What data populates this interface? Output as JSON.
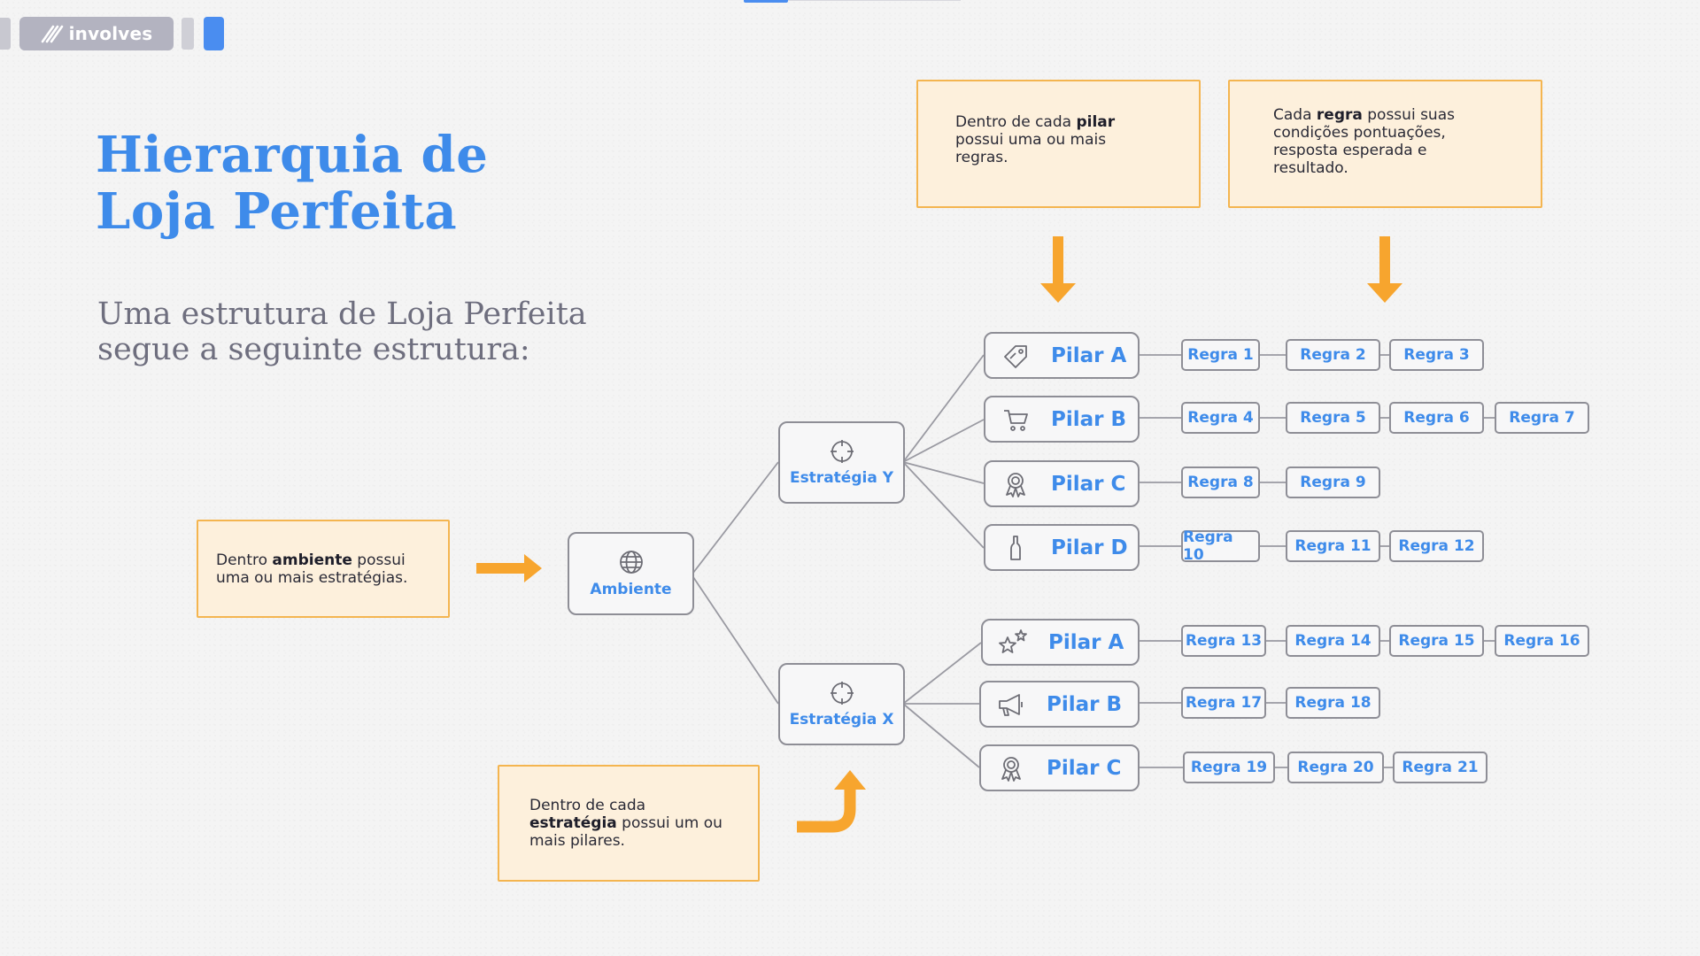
{
  "header": {
    "logo_text": "involves"
  },
  "title": {
    "line1": "Hierarquia de",
    "line2": "Loja Perfeita"
  },
  "subtitle": {
    "line1": "Uma estrutura de Loja Perfeita",
    "line2": "segue a seguinte estrutura:"
  },
  "callouts": {
    "ambiente": {
      "pre": "Dentro ",
      "bold": "ambiente",
      "post": " possui uma ou mais estratégias."
    },
    "estrategia": {
      "pre": "Dentro de cada ",
      "bold": "estratégia",
      "post": " possui um ou mais pilares."
    },
    "pilar": {
      "pre": "Dentro de cada ",
      "bold": "pilar",
      "post": " possui uma ou mais regras."
    },
    "regra": {
      "pre": "Cada ",
      "bold": "regra",
      "post": " possui suas condições pontuações, resposta esperada e resultado."
    }
  },
  "root": {
    "label": "Ambiente",
    "icon": "globe-icon"
  },
  "strategies": [
    {
      "label": "Estratégia Y",
      "icon": "target-icon",
      "pillars": [
        {
          "label": "Pilar A",
          "icon": "tag-icon",
          "rules": [
            "Regra 1",
            "Regra 2",
            "Regra 3"
          ]
        },
        {
          "label": "Pilar B",
          "icon": "cart-icon",
          "rules": [
            "Regra 4",
            "Regra 5",
            "Regra 6",
            "Regra 7"
          ]
        },
        {
          "label": "Pilar C",
          "icon": "award-icon",
          "rules": [
            "Regra 8",
            "Regra 9"
          ]
        },
        {
          "label": "Pilar D",
          "icon": "bottle-icon",
          "rules": [
            "Regra 10",
            "Regra 11",
            "Regra 12"
          ]
        }
      ]
    },
    {
      "label": "Estratégia X",
      "icon": "target-icon",
      "pillars": [
        {
          "label": "Pilar A",
          "icon": "stars-icon",
          "rules": [
            "Regra 13",
            "Regra 14",
            "Regra 15",
            "Regra 16"
          ]
        },
        {
          "label": "Pilar B",
          "icon": "megaphone-icon",
          "rules": [
            "Regra 17",
            "Regra 18"
          ]
        },
        {
          "label": "Pilar C",
          "icon": "award-icon",
          "rules": [
            "Regra 19",
            "Regra 20",
            "Regra 21"
          ]
        }
      ]
    }
  ],
  "colors": {
    "accent_blue": "#3e8bea",
    "arrow_orange": "#f7a52e",
    "callout_bg": "#fdf0dc",
    "callout_border": "#f4b550",
    "node_border": "#8e8e96",
    "subtitle_grey": "#6e6e7e"
  }
}
